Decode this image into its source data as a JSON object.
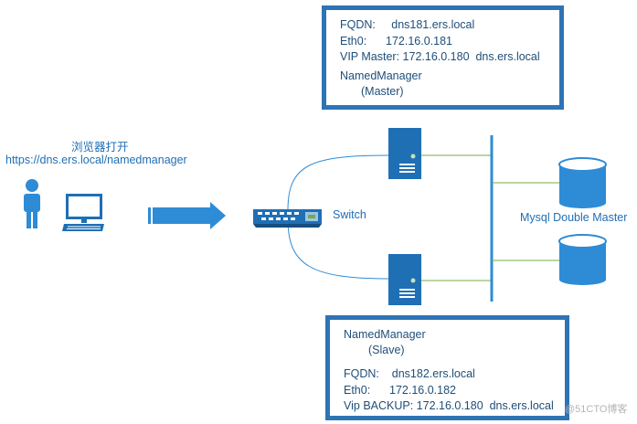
{
  "master_box": {
    "fqdn_line": "FQDN:     dns181.ers.local",
    "eth0_line": "Eth0:      172.16.0.181",
    "vip_line": "VIP Master: 172.16.0.180  dns.ers.local",
    "name": "NamedManager",
    "role": "(Master)"
  },
  "slave_box": {
    "name": "NamedManager",
    "role": "(Slave)",
    "fqdn_line": "FQDN:    dns182.ers.local",
    "eth0_line": "Eth0:      172.16.0.182",
    "vip_line": "Vip BACKUP: 172.16.0.180  dns.ers.local"
  },
  "browser_label": "浏览器打开",
  "url_label": "https://dns.ers.local/namedmanager",
  "switch_label": "Switch",
  "mysql_label": "Mysql Double Master",
  "watermark": "@51CTO博客",
  "colors": {
    "box_border": "#2e74b5",
    "node_blue": "#2e8bd6",
    "link_green": "#70ad47",
    "text_dark": "#1f4e79"
  },
  "icons": [
    "user-icon",
    "computer-icon",
    "arrow-icon",
    "switch-icon",
    "server-icon",
    "database-icon"
  ]
}
